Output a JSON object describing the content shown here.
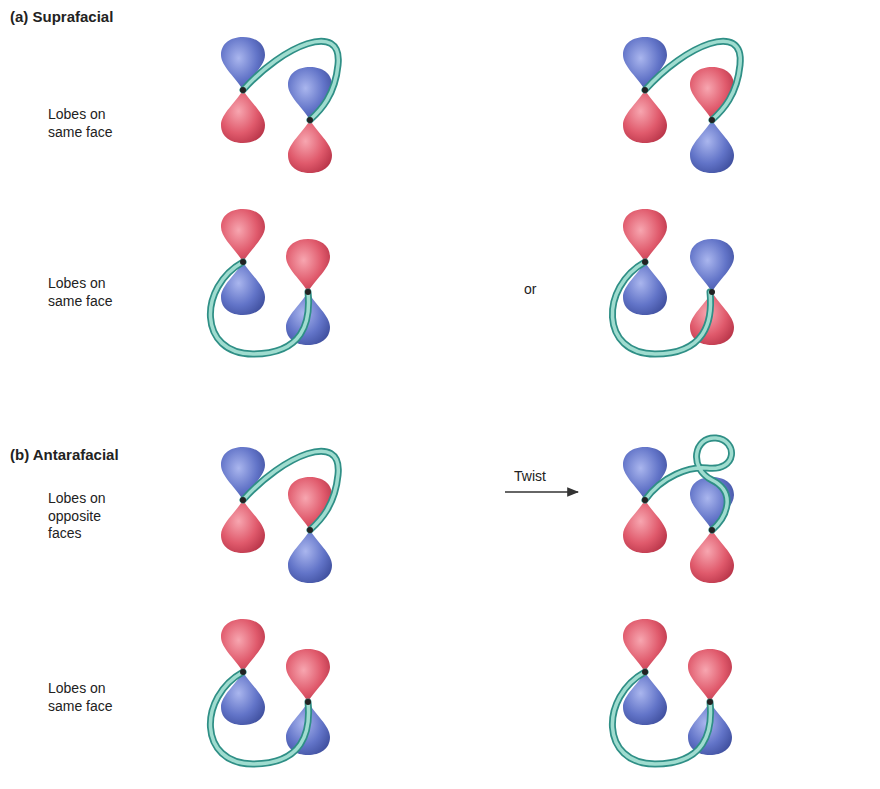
{
  "diagram": {
    "labels": [
      "(a) Suprafacial",
      "Lobes on same face",
      "Lobes on same face",
      "or",
      "(b) Antarafacial",
      "Lobes on opposite faces",
      "Lobes on same face",
      "Twist"
    ]
  }
}
